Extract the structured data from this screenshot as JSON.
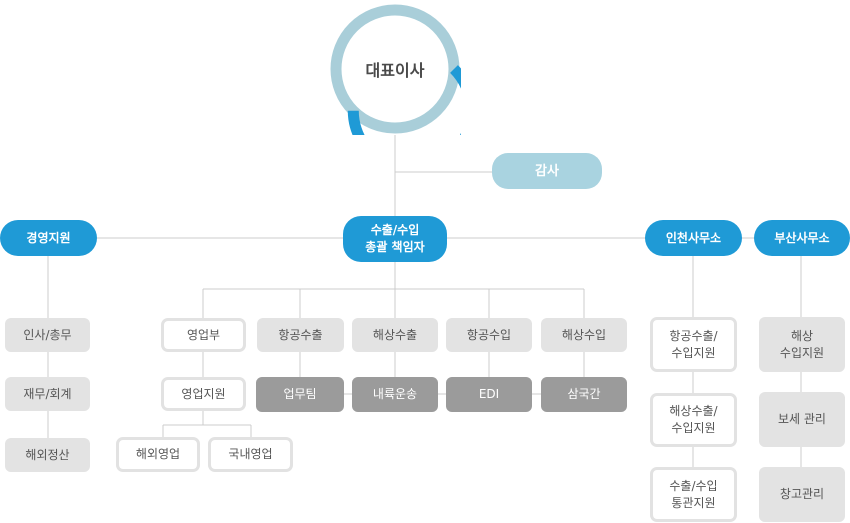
{
  "ceo": {
    "label": "대표이사",
    "ring_colors": {
      "track": "#a9ced9",
      "accent": "#1f9ad6"
    }
  },
  "audit": {
    "label": "감사"
  },
  "divisions": {
    "management": {
      "label": "경영지원"
    },
    "export_import_head": {
      "label": "수출/수입\n총괄 책임자"
    },
    "incheon": {
      "label": "인천사무소"
    },
    "busan": {
      "label": "부산사무소"
    }
  },
  "management_items": [
    "인사/총무",
    "재무/회계",
    "해외정산"
  ],
  "sales": {
    "dept": "영업부",
    "support": "영업지원",
    "overseas": "해외영업",
    "domestic": "국내영업"
  },
  "operations": [
    {
      "top": "항공수출",
      "bottom": "업무팀"
    },
    {
      "top": "해상수출",
      "bottom": "내륙운송"
    },
    {
      "top": "항공수입",
      "bottom": "EDI"
    },
    {
      "top": "해상수입",
      "bottom": "삼국간"
    }
  ],
  "incheon_items": [
    "항공수출/\n수입지원",
    "해상수출/\n수입지원",
    "수출/수입\n통관지원"
  ],
  "busan_items": [
    "해상\n수입지원",
    "보세 관리",
    "창고관리"
  ],
  "colors": {
    "primary_blue": "#1f9ad6",
    "light_blue": "#a9d3e0",
    "box_light": "#e3e3e3",
    "box_dark": "#9b9b9b",
    "outline": "#e2e2e2",
    "connector": "#cccccc"
  }
}
